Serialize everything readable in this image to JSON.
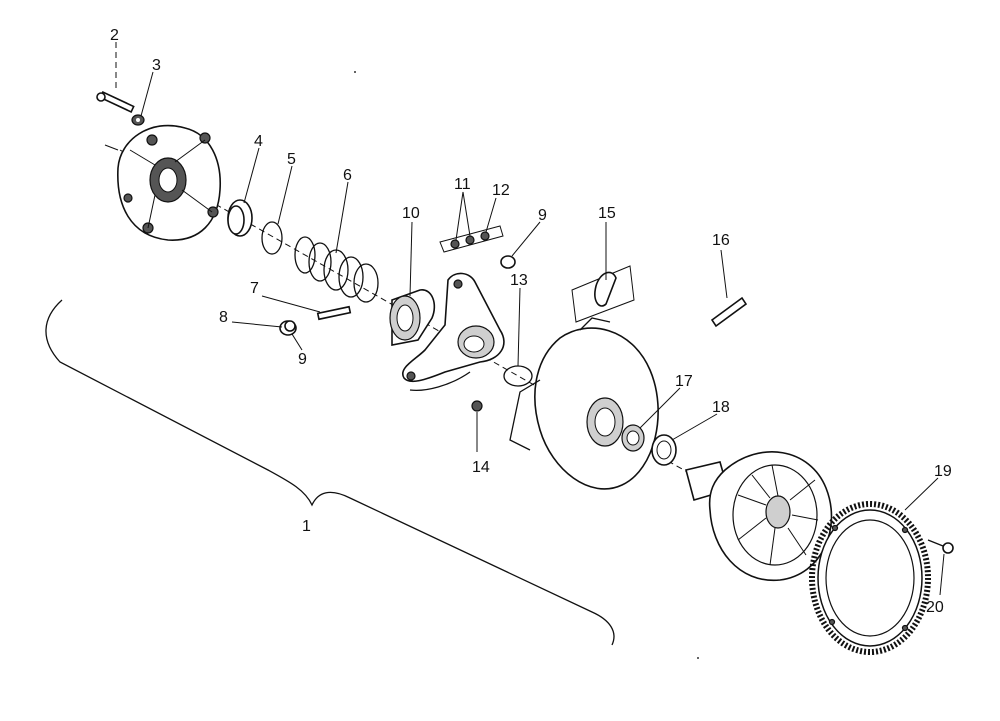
{
  "diagram": {
    "callouts": {
      "n1": "1",
      "n2": "2",
      "n3": "3",
      "n4": "4",
      "n5": "5",
      "n6": "6",
      "n7": "7",
      "n8": "8",
      "n9a": "9",
      "n9b": "9",
      "n10": "10",
      "n11": "11",
      "n12": "12",
      "n13": "13",
      "n14": "14",
      "n15": "15",
      "n16": "16",
      "n17": "17",
      "n18": "18",
      "n19": "19",
      "n20": "20"
    }
  }
}
